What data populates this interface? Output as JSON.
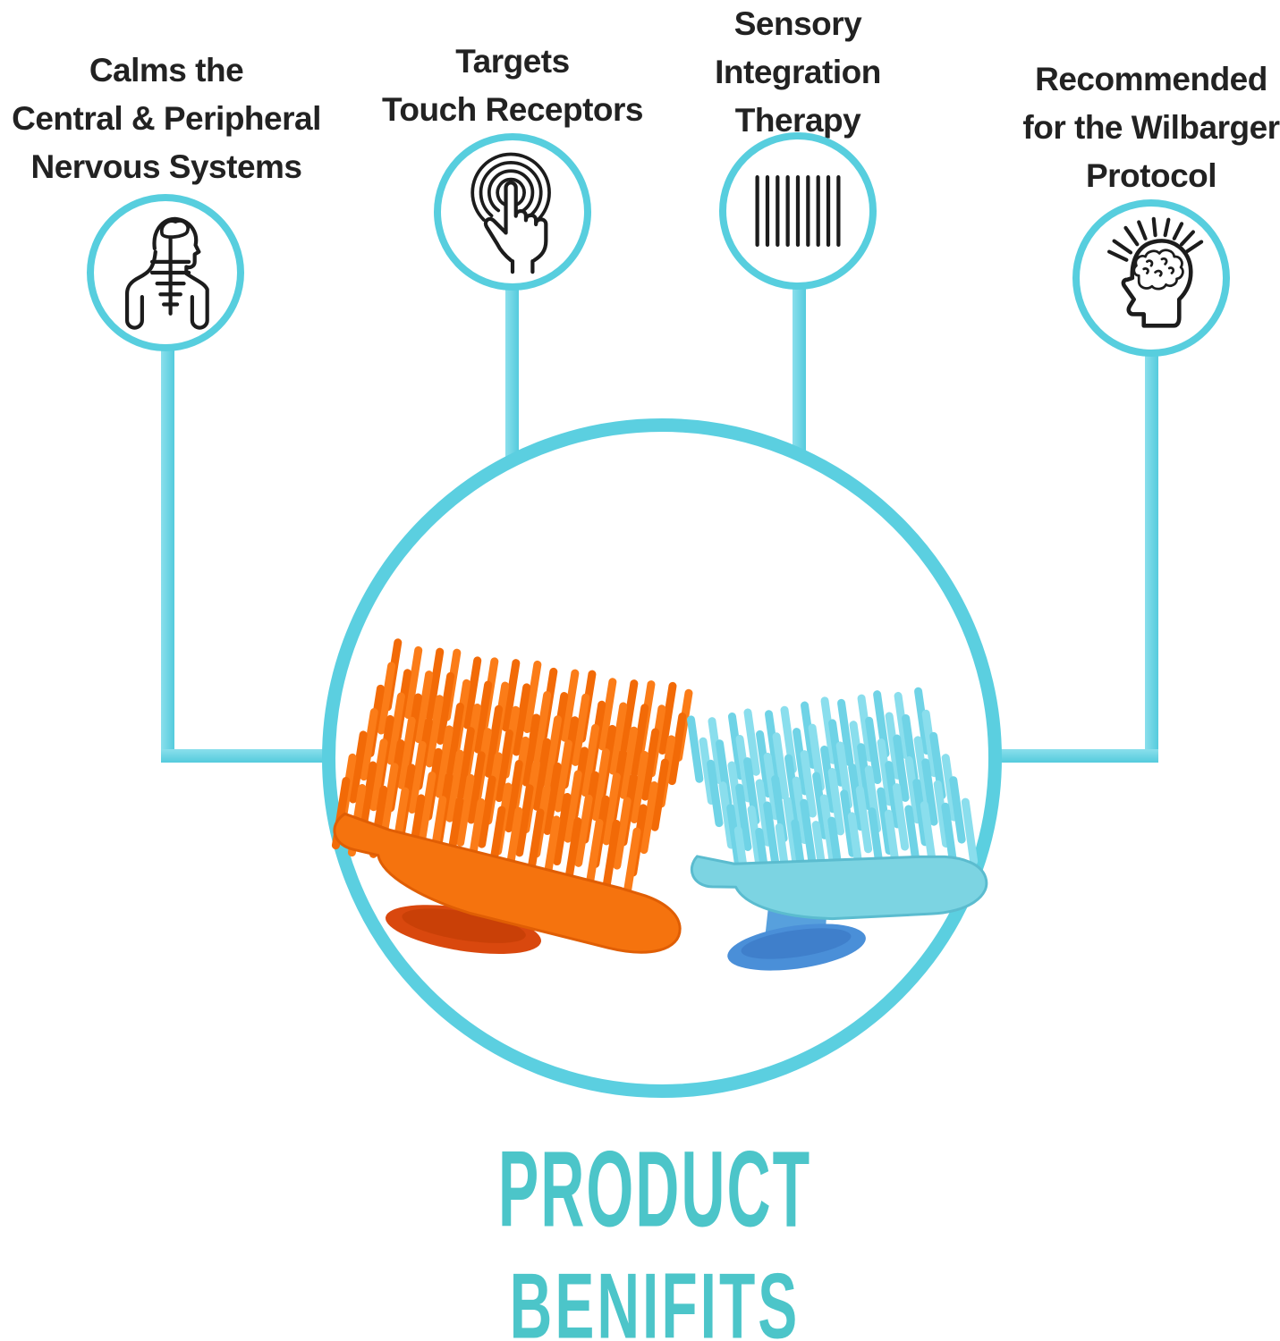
{
  "benefits": [
    {
      "label_lines": [
        "Calms the",
        "Central & Peripheral",
        "Nervous Systems"
      ],
      "icon": "nervous-system-icon"
    },
    {
      "label_lines": [
        "Targets",
        "Touch Receptors"
      ],
      "icon": "touch-receptors-icon"
    },
    {
      "label_lines": [
        "Sensory",
        "Integration",
        "Therapy"
      ],
      "icon": "brush-bristles-icon"
    },
    {
      "label_lines": [
        "Recommended",
        "for the Wilbarger",
        "Protocol"
      ],
      "icon": "brain-rays-icon"
    }
  ],
  "center": {
    "products": [
      {
        "name": "orange sensory brush with suction cup base",
        "body_color": "#f5730e",
        "bristle_color": "#fb7c18",
        "suction_color": "#d9480e"
      },
      {
        "name": "blue sensory brush with suction cup base",
        "body_color": "#7cd4e2",
        "bristle_color": "#8adeed",
        "suction_color": "#4a8fd8"
      }
    ]
  },
  "title": {
    "line1": "PRODUCT",
    "line2": "BENIFITS"
  },
  "colors": {
    "accent_line": "#57cede",
    "center_circle": "#5bcfe0",
    "icon_stroke": "#1c1c1c",
    "label_text": "#222222",
    "title_color": "#4cc5c9"
  }
}
